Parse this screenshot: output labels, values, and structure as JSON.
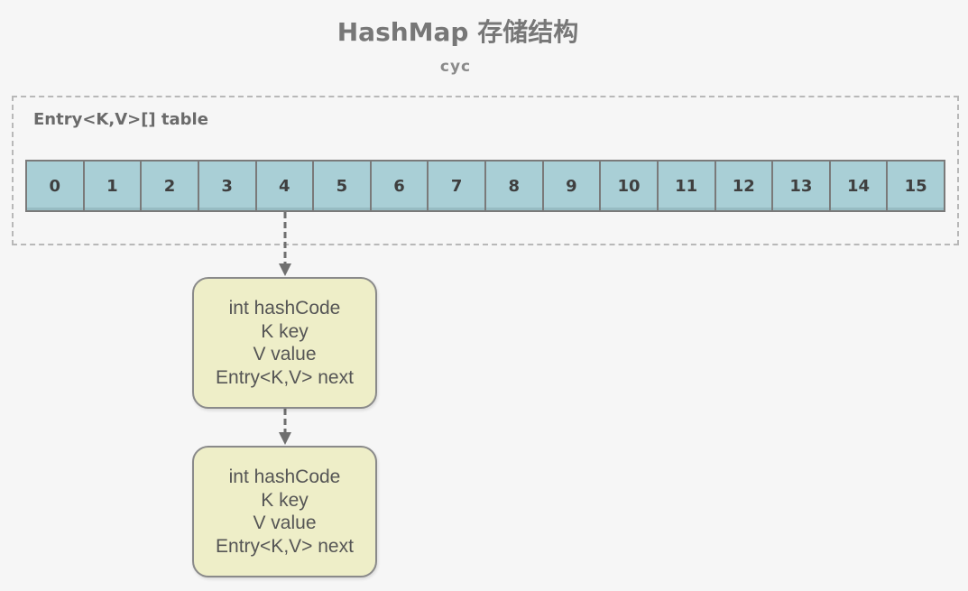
{
  "diagram": {
    "title": "HashMap 存储结构",
    "author": "cyc",
    "container_label": "Entry<K,V>[] table",
    "table_indices": [
      "0",
      "1",
      "2",
      "3",
      "4",
      "5",
      "6",
      "7",
      "8",
      "9",
      "10",
      "11",
      "12",
      "13",
      "14",
      "15"
    ],
    "linked_index": "4",
    "entries": [
      {
        "hash_field": "int hashCode",
        "key_field": "K key",
        "value_field": "V value",
        "next_field": "Entry<K,V> next"
      },
      {
        "hash_field": "int hashCode",
        "key_field": "K key",
        "value_field": "V value",
        "next_field": "Entry<K,V> next"
      }
    ],
    "colors": {
      "cell_fill": "#a9cfd6",
      "node_fill": "#eeeec8",
      "border": "#7a7a7a",
      "arrow": "#6f6f6f"
    }
  }
}
